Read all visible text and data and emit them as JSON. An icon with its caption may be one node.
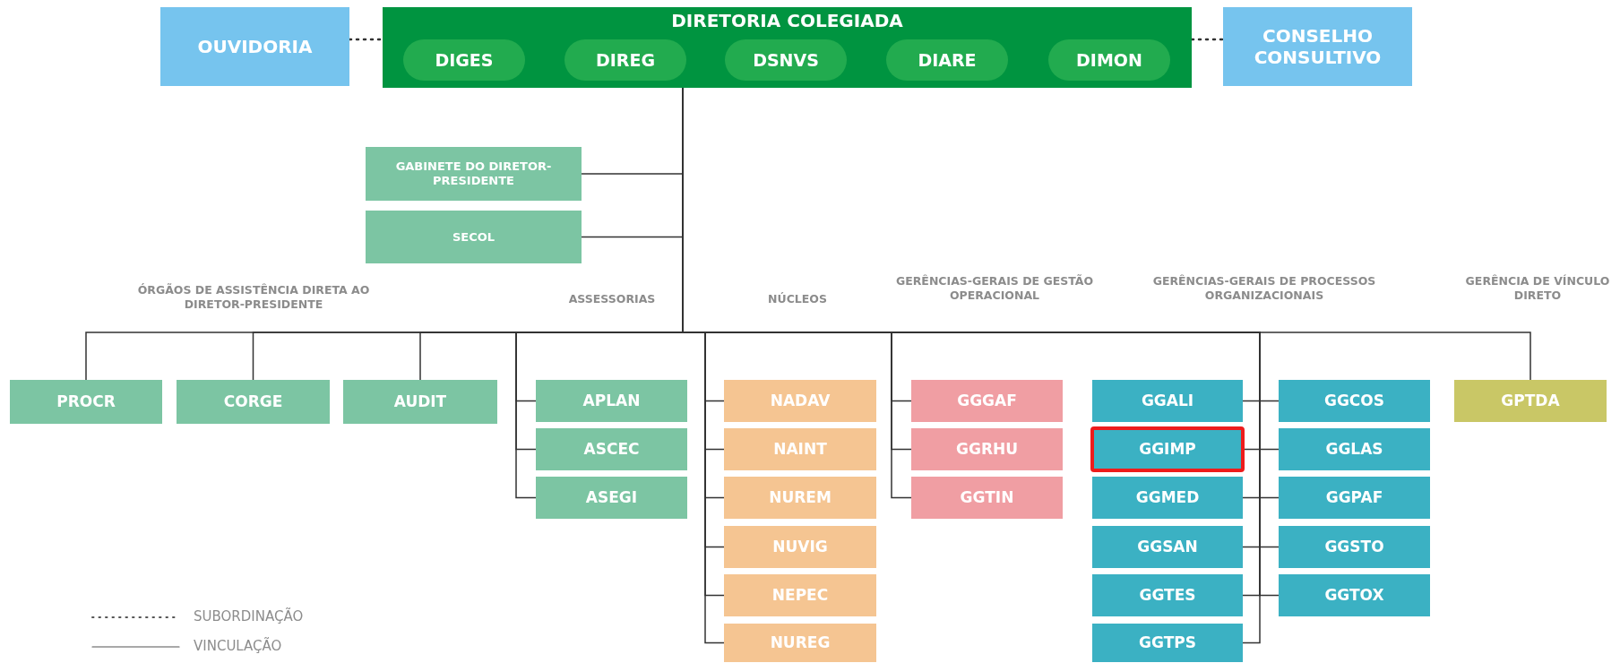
{
  "diagram": {
    "nodes": [
      {
        "text": [
          "OUVIDORIA"
        ]
      },
      {
        "text": [
          "DIRETORIA COLEGIADA"
        ]
      },
      {
        "text": [
          "DIGES"
        ],
        "in": 1
      },
      {
        "text": [
          "DIREG"
        ],
        "in": 1
      },
      {
        "text": [
          "DSNVS"
        ],
        "in": 1
      },
      {
        "text": [
          "DIARE"
        ],
        "in": 1
      },
      {
        "text": [
          "DIMON"
        ],
        "in": 1
      },
      {
        "text": [
          "CONSELHO CONSULTIVO"
        ]
      },
      {
        "text": [
          "GABINETE DO DIRETOR-PRESIDENTE"
        ]
      },
      {
        "text": [
          "SECOL"
        ]
      },
      {
        "text": [
          "PROCR"
        ]
      },
      {
        "text": [
          "CORGE"
        ]
      },
      {
        "text": [
          "AUDIT"
        ]
      },
      {
        "text": [
          "APLAN"
        ]
      },
      {
        "text": [
          "ASCEC"
        ]
      },
      {
        "text": [
          "ASEGI"
        ]
      },
      {
        "text": [
          "NADAV"
        ]
      },
      {
        "text": [
          "NAINT"
        ]
      },
      {
        "text": [
          "NUREM"
        ]
      },
      {
        "text": [
          "NUVIG"
        ]
      },
      {
        "text": [
          "NEPEC"
        ]
      },
      {
        "text": [
          "NUREG"
        ]
      },
      {
        "text": [
          "GGGAF"
        ]
      },
      {
        "text": [
          "GGRHU"
        ]
      },
      {
        "text": [
          "GGTIN"
        ]
      },
      {
        "text": [
          "GGALI"
        ]
      },
      {
        "text": [
          "GGIMP"
        ]
      },
      {
        "text": [
          "GGMED"
        ]
      },
      {
        "text": [
          "GGSAN"
        ]
      },
      {
        "text": [
          "GGTES"
        ]
      },
      {
        "text": [
          "GGTPS"
        ]
      },
      {
        "text": [
          "GGCOS"
        ]
      },
      {
        "text": [
          "GGLAS"
        ]
      },
      {
        "text": [
          "GGPAF"
        ]
      },
      {
        "text": [
          "GGSTO"
        ]
      },
      {
        "text": [
          "GGTOX"
        ]
      },
      {
        "text": [
          "GPTDA"
        ]
      }
    ],
    "edges": [
      {
        "from": 0,
        "to": 1,
        "arrow": "none",
        "style": "dashed"
      },
      {
        "from": 1,
        "to": 7,
        "arrow": "none",
        "style": "dashed"
      },
      {
        "from": 1,
        "to": 8,
        "arrow": "none"
      },
      {
        "from": 1,
        "to": 9,
        "arrow": "none"
      },
      {
        "from": 1,
        "to": 10,
        "arrow": "none"
      },
      {
        "from": 1,
        "to": 11,
        "arrow": "none"
      },
      {
        "from": 1,
        "to": 12,
        "arrow": "none"
      },
      {
        "from": 1,
        "to": 13,
        "arrow": "none"
      },
      {
        "from": 1,
        "to": 14,
        "arrow": "none"
      },
      {
        "from": 1,
        "to": 15,
        "arrow": "none"
      },
      {
        "from": 1,
        "to": 16,
        "arrow": "none"
      },
      {
        "from": 1,
        "to": 17,
        "arrow": "none"
      },
      {
        "from": 1,
        "to": 18,
        "arrow": "none"
      },
      {
        "from": 1,
        "to": 19,
        "arrow": "none"
      },
      {
        "from": 1,
        "to": 20,
        "arrow": "none"
      },
      {
        "from": 1,
        "to": 21,
        "arrow": "none"
      },
      {
        "from": 1,
        "to": 22,
        "arrow": "none"
      },
      {
        "from": 1,
        "to": 23,
        "arrow": "none"
      },
      {
        "from": 1,
        "to": 24,
        "arrow": "none"
      },
      {
        "from": 1,
        "to": 25,
        "arrow": "none"
      },
      {
        "from": 1,
        "to": 26,
        "arrow": "none"
      },
      {
        "from": 1,
        "to": 27,
        "arrow": "none"
      },
      {
        "from": 1,
        "to": 28,
        "arrow": "none"
      },
      {
        "from": 1,
        "to": 29,
        "arrow": "none"
      },
      {
        "from": 1,
        "to": 30,
        "arrow": "none"
      },
      {
        "from": 1,
        "to": 31,
        "arrow": "none"
      },
      {
        "from": 1,
        "to": 32,
        "arrow": "none"
      },
      {
        "from": 1,
        "to": 33,
        "arrow": "none"
      },
      {
        "from": 1,
        "to": 34,
        "arrow": "none"
      },
      {
        "from": 1,
        "to": 35,
        "arrow": "none"
      },
      {
        "from": 1,
        "to": 36,
        "arrow": "none"
      }
    ],
    "labels": [
      "ÓRGÃOS DE ASSISTÊNCIA DIRETA AO DIRETOR-PRESIDENTE",
      "ASSESSORIAS",
      "NÚCLEOS",
      "GERÊNCIAS-GERAIS DE GESTÃO OPERACIONAL",
      "GERÊNCIAS-GERAIS DE PROCESSOS ORGANIZACIONAIS",
      "GERÊNCIA DE VÍNCULO DIRETO"
    ],
    "legend": [
      {
        "text": "SUBORDINAÇÃO"
      },
      {
        "text": "VINCULAÇÃO"
      }
    ]
  }
}
